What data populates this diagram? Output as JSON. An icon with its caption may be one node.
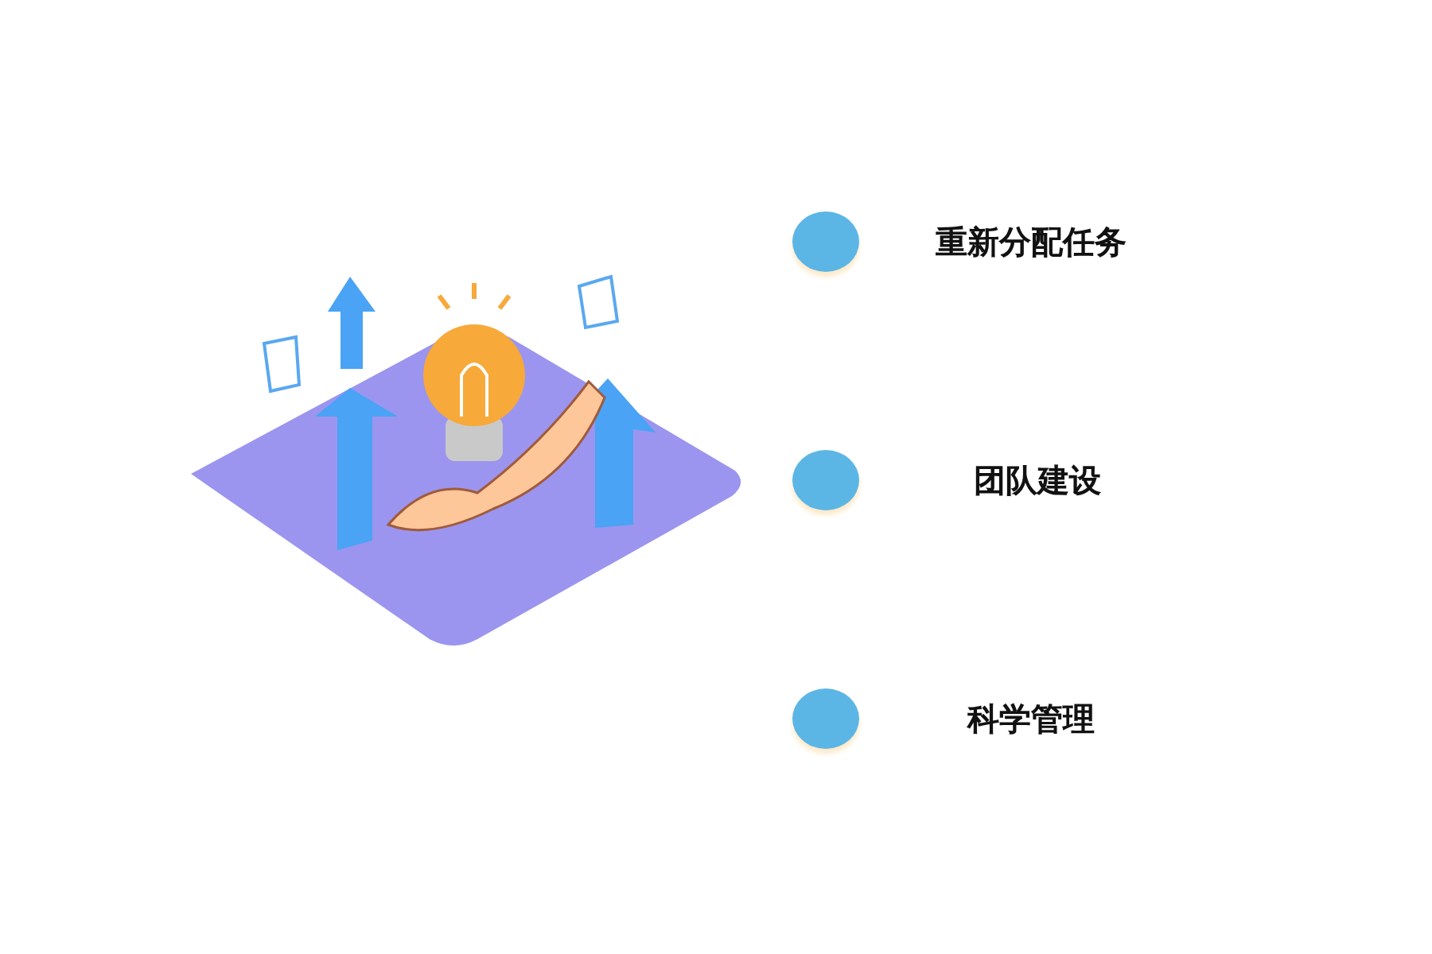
{
  "diagram": {
    "nodes": [
      {
        "text": [],
        "shape": "circle",
        "beside": [
          "重新分配任务"
        ]
      },
      {
        "text": [],
        "shape": "circle",
        "beside": [
          "团队建设"
        ]
      },
      {
        "text": [],
        "shape": "circle",
        "beside": [
          "科学管理"
        ]
      }
    ]
  }
}
